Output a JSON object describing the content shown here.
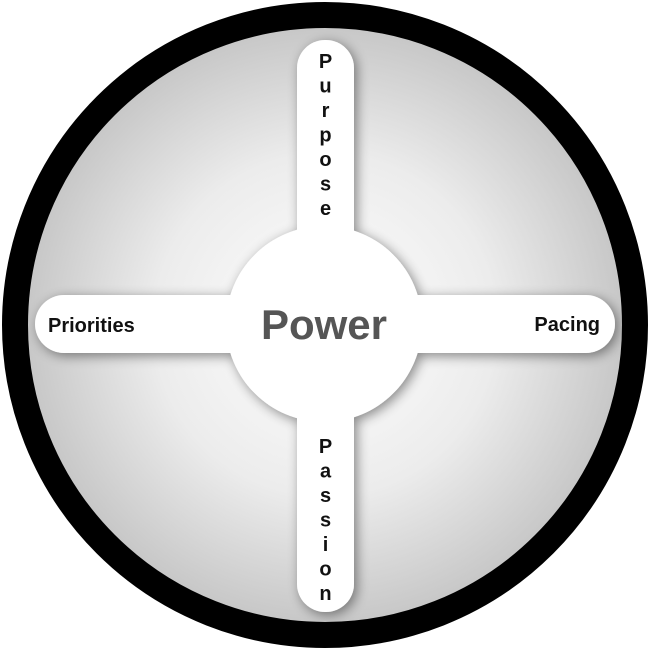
{
  "center": {
    "label": "Power"
  },
  "spokes": {
    "top": "Purpose",
    "right": "Pacing",
    "bottom": "Passion",
    "left": "Priorities"
  },
  "colors": {
    "ring": "#000000",
    "fill_center": "#ffffff",
    "fill_edge": "#c4c4c4",
    "center_text": "#555555"
  }
}
